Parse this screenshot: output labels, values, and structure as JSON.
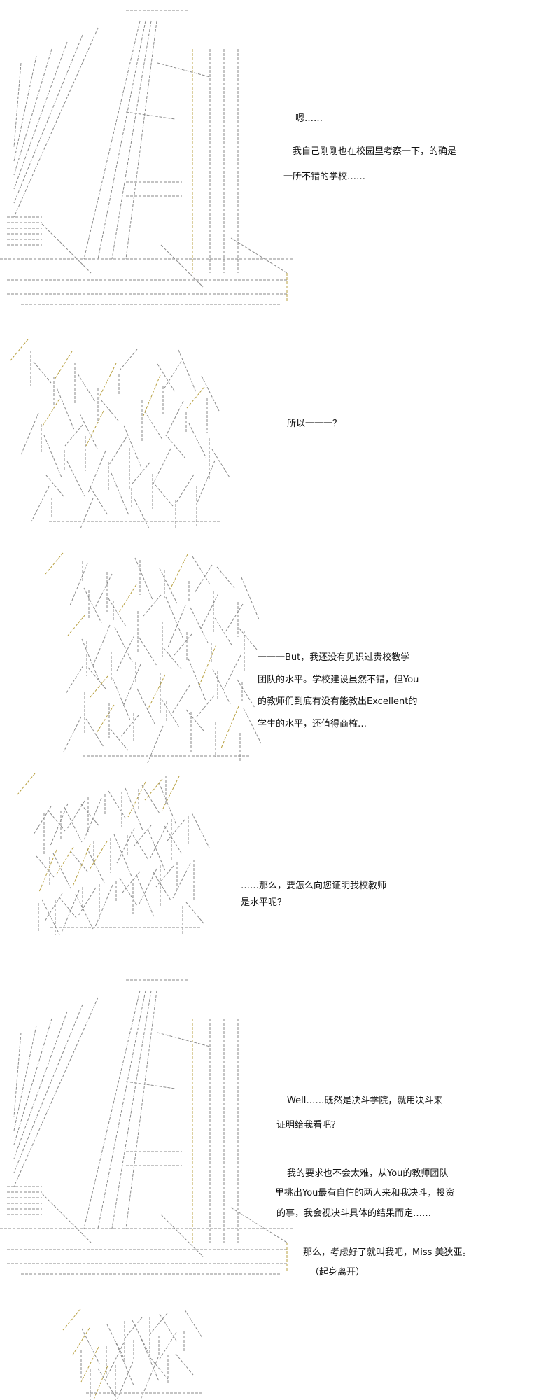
{
  "colors": {
    "text": "#111111",
    "art": "#8a8a8a",
    "accent": "#b8a040"
  },
  "panels": [
    {
      "icon": "ascii-art-figure-standing",
      "dialogue": [
        "嗯……",
        "我自己刚刚也在校园里考察一下，的确是",
        "一所不错的学校……"
      ]
    },
    {
      "icon": "ascii-art-figure-surprised",
      "dialogue": [
        "所以一一一？"
      ]
    },
    {
      "icon": "ascii-art-figure-smirking",
      "dialogue": [
        "一一一But，我还没有见识过贵校教学",
        "团队的水平。学校建设虽然不错，但You",
        "的教师们到底有没有能教出Excellent的",
        "学生的水平，还值得商榷…"
      ]
    },
    {
      "icon": "ascii-art-figure-hooded",
      "dialogue": [
        "……那么，要怎么向您证明我校教师",
        "是水平呢？"
      ]
    },
    {
      "icon": "ascii-art-figure-standing",
      "dialogue": [
        "Well……既然是决斗学院，就用决斗来",
        "证明给我看吧？",
        "我的要求也不会太难，从You的教师团队",
        "里挑出You最有自信的两人来和我决斗，投资",
        "的事，我会视决斗具体的结果而定……",
        "那么，考虑好了就叫我吧，Miss 美狄亚。",
        "（起身离开）"
      ]
    },
    {
      "icon": "ascii-art-figure-hooded-partial",
      "dialogue": []
    }
  ]
}
